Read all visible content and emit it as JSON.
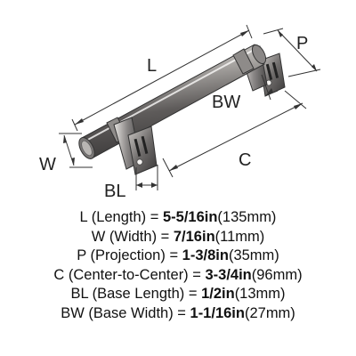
{
  "dimension_labels": {
    "length": "L",
    "width": "W",
    "projection": "P",
    "center_to_center": "C",
    "base_length": "BL",
    "base_width": "BW"
  },
  "specs": [
    {
      "label": "L (Length) = ",
      "value": "5-5/16in",
      "metric": "(135mm)"
    },
    {
      "label": "W (Width) = ",
      "value": "7/16in",
      "metric": "(11mm)"
    },
    {
      "label": "P (Projection) = ",
      "value": "1-3/8in",
      "metric": "(35mm)"
    },
    {
      "label": "C (Center-to-Center) = ",
      "value": "3-3/4in",
      "metric": "(96mm)"
    },
    {
      "label": "BL (Base Length) = ",
      "value": "1/2in",
      "metric": "(13mm)"
    },
    {
      "label": "BW (Base Width) = ",
      "value": "1-1/16in",
      "metric": "(27mm)"
    }
  ],
  "colors": {
    "metal_dark": "#4a4848",
    "metal_mid": "#7b7878",
    "metal_light": "#d9d6d3",
    "line": "#333333"
  }
}
